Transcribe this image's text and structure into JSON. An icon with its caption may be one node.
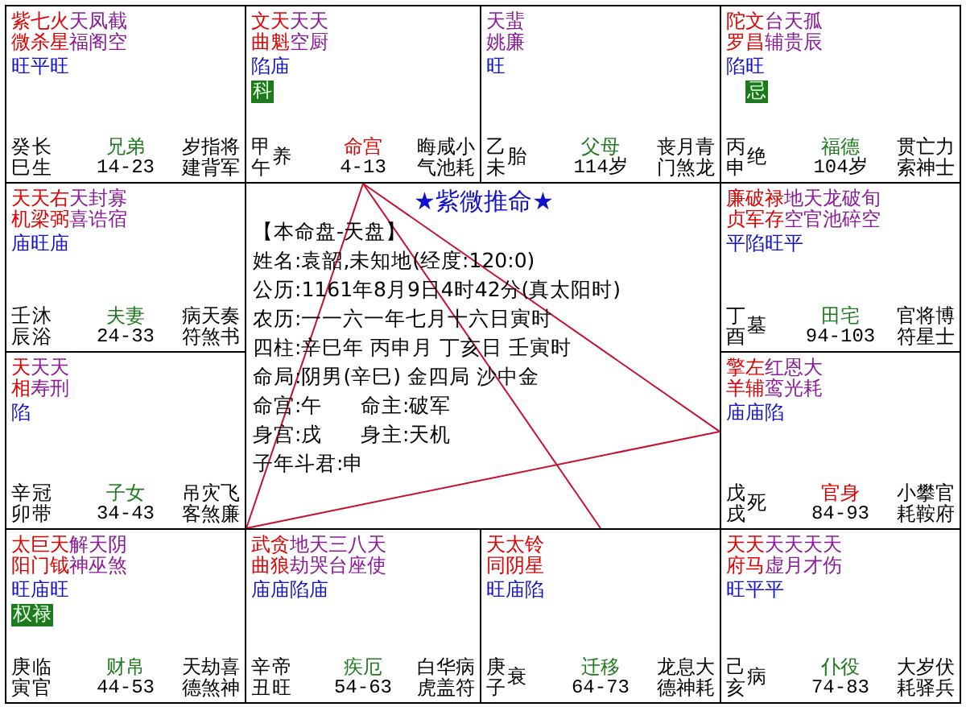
{
  "diagram": {
    "title": "★紫微推命★",
    "nodes": [
      {
        "text": [
          "紫微",
          "七杀",
          "火星",
          "天福",
          "凤阁",
          "截空",
          "旺平旺",
          "癸巳",
          "长生",
          "兄弟",
          "14-23",
          "岁建",
          "指背",
          "将军"
        ]
      },
      {
        "text": [
          "文曲",
          "天魁",
          "天空",
          "天厨",
          "陷庙",
          "甲午",
          "养",
          "命宫",
          "4-13",
          "晦气",
          "咸池",
          "小耗"
        ]
      },
      {
        "text": [
          "天姚",
          "蜚廉",
          "旺",
          "乙未",
          "胎",
          "父母",
          "114岁",
          "丧门",
          "月煞",
          "青龙"
        ]
      },
      {
        "text": [
          "陀罗",
          "文昌",
          "台辅",
          "天贵",
          "孤辰",
          "陷旺",
          "丙申",
          "绝",
          "福德",
          "104岁",
          "贯索",
          "亡神",
          "力士"
        ]
      },
      {
        "text": [
          "天机",
          "天梁",
          "右弼",
          "天喜",
          "封诰",
          "寡宿",
          "庙旺庙",
          "壬辰",
          "沐浴",
          "夫妻",
          "24-33",
          "病符",
          "天煞",
          "奏书"
        ]
      },
      {
        "text": [
          "廉贞",
          "破军",
          "禄存",
          "地空",
          "天官",
          "龙池",
          "破碎",
          "旬空",
          "平陷旺平",
          "丁酉",
          "墓",
          "田宅",
          "94-103",
          "官符",
          "将星",
          "博士"
        ]
      },
      {
        "text": [
          "天相",
          "天寿",
          "天刑",
          "陷",
          "辛卯",
          "冠带",
          "子女",
          "34-43",
          "吊客",
          "灾煞",
          "飞廉"
        ]
      },
      {
        "text": [
          "擎羊",
          "左辅",
          "红鸾",
          "恩光",
          "大耗",
          "庙庙陷",
          "戊戌",
          "死",
          "官身",
          "84-93",
          "小耗",
          "攀鞍",
          "官府"
        ]
      },
      {
        "text": [
          "太阳",
          "巨门",
          "天钺",
          "解神",
          "天巫",
          "阴煞",
          "旺庙旺",
          "庚寅",
          "临官",
          "财帛",
          "44-53",
          "天德",
          "劫煞",
          "喜神"
        ]
      },
      {
        "text": [
          "武曲",
          "贪狼",
          "地劫",
          "天哭",
          "三台",
          "八座",
          "天使",
          "庙庙陷庙",
          "辛丑",
          "帝旺",
          "疾厄",
          "54-63",
          "白虎",
          "华盖",
          "病符"
        ]
      },
      {
        "text": [
          "天同",
          "太阴",
          "铃星",
          "旺庙陷",
          "庚子",
          "衰",
          "迁移",
          "64-73",
          "龙德",
          "息神",
          "大耗"
        ]
      },
      {
        "text": [
          "天府",
          "天马",
          "天虚",
          "天月",
          "天才",
          "天伤",
          "旺平平",
          "己亥",
          "病",
          "仆役",
          "74-83",
          "大耗",
          "岁驿",
          "伏兵"
        ]
      },
      {
        "text": [
          "科"
        ],
        "in": 1
      },
      {
        "text": [
          "忌"
        ],
        "in": 3
      },
      {
        "text": [
          "权禄"
        ],
        "in": 8
      }
    ],
    "edges": [
      {
        "from": 1,
        "to": 7,
        "arrow": "none"
      },
      {
        "from": 1,
        "to": 8,
        "arrow": "none"
      },
      {
        "from": 1,
        "to": 10,
        "arrow": "none"
      },
      {
        "from": 7,
        "to": 8,
        "arrow": "none"
      }
    ],
    "labels": [
      "【本命盘-天盘】",
      "姓名:袁韶,未知地(经度:120:0)",
      "公历:1161年8月9日4时42分(真太阳时)",
      "农历:一一六一年七月十六日寅时",
      "四柱:辛巳年 丙申月 丁亥日 壬寅时",
      "命局:阴男(辛巳) 金四局 沙中金",
      "命宫:午",
      "命主:破军",
      "身宫:戌",
      "身主:天机",
      "子年斗君:申"
    ]
  }
}
